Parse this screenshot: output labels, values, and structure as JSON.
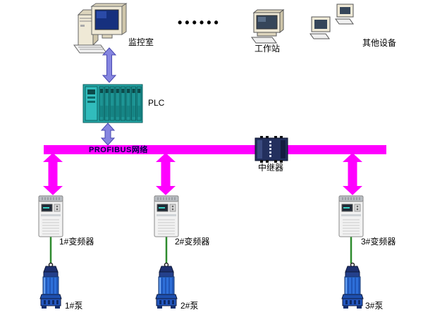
{
  "nodes": {
    "monitoring_room": {
      "label": "监控室"
    },
    "workstation": {
      "label": "工作站"
    },
    "other_devices": {
      "label": "其他设备"
    },
    "plc": {
      "label": "PLC"
    },
    "bus": {
      "label": "PROFIBUS网络"
    },
    "repeater": {
      "label": "中继器"
    },
    "vfds": [
      {
        "label": "1#变频器"
      },
      {
        "label": "2#变频器"
      },
      {
        "label": "3#变频器"
      }
    ],
    "pumps": [
      {
        "label": "1#泵"
      },
      {
        "label": "2#泵"
      },
      {
        "label": "3#泵"
      }
    ]
  },
  "decorations": {
    "ellipsis": "••••••"
  },
  "colors": {
    "bus": "#ff00ff",
    "link_arrow": "#8585e0",
    "plc_body": "#25a8a8",
    "pump_body": "#2e6fd8",
    "drive_pump_link": "#2e8b2e",
    "repeater_body": "#23305e"
  }
}
